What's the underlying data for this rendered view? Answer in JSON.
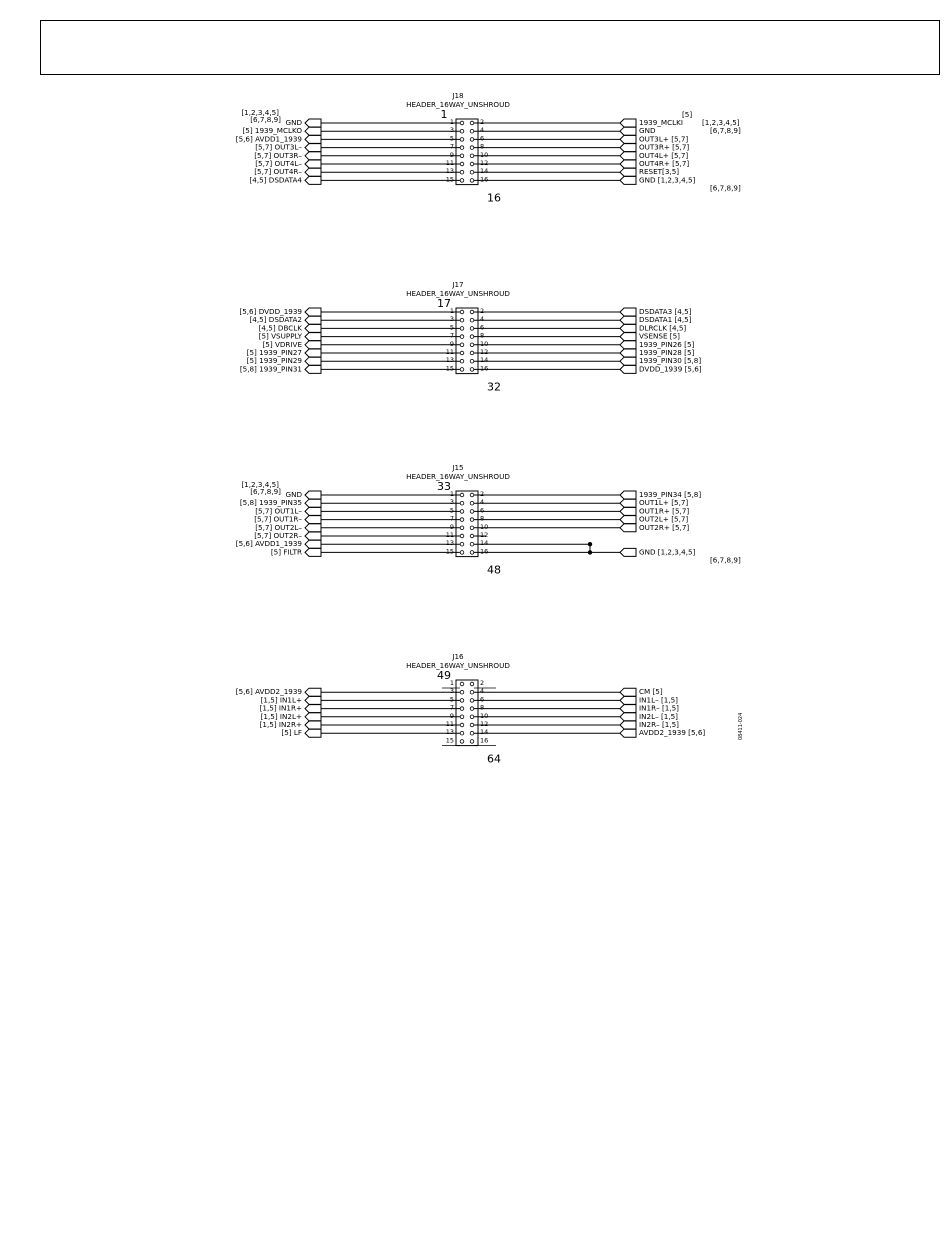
{
  "figure_id": "08411-024",
  "headers": [
    {
      "ref": "J18",
      "part": "HEADER_16WAY_UNSHROUD",
      "start_label": "1",
      "end_label": "16",
      "left_lines": [
        {
          "pin": 1,
          "text": "GND",
          "ref_before": "[1,2,3,4,5]",
          "ref_after": "[6,7,8,9]"
        },
        {
          "pin": 3,
          "text": "[5] 1939_MCLKO"
        },
        {
          "pin": 5,
          "text": "[5,6] AVDD1_1939"
        },
        {
          "pin": 7,
          "text": "[5,7] OUT3L–"
        },
        {
          "pin": 9,
          "text": "[5,7] OUT3R–"
        },
        {
          "pin": 11,
          "text": "[5,7] OUT4L–"
        },
        {
          "pin": 13,
          "text": "[5,7] OUT4R–"
        },
        {
          "pin": 15,
          "text": "[4,5] DSDATA4"
        }
      ],
      "right_lines": [
        {
          "pin": 2,
          "text": "1939_MCLKI",
          "ref_after": "[1,2,3,4,5]",
          "ref_above": "[5]",
          "ref_below": "[6,7,8,9]"
        },
        {
          "pin": 4,
          "text": "GND"
        },
        {
          "pin": 6,
          "text": "OUT3L+ [5,7]"
        },
        {
          "pin": 8,
          "text": "OUT3R+ [5,7]"
        },
        {
          "pin": 10,
          "text": "OUT4L+ [5,7]"
        },
        {
          "pin": 12,
          "text": "OUT4R+ [5,7]"
        },
        {
          "pin": 14,
          "text": "RESET[3,5]"
        },
        {
          "pin": 16,
          "text": "GND [1,2,3,4,5]",
          "ref_below": "[6,7,8,9]"
        }
      ]
    },
    {
      "ref": "J17",
      "part": "HEADER_16WAY_UNSHROUD",
      "start_label": "17",
      "end_label": "32",
      "left_lines": [
        {
          "pin": 1,
          "text": "[5,6] DVDD_1939"
        },
        {
          "pin": 3,
          "text": "[4,5] DSDATA2"
        },
        {
          "pin": 5,
          "text": "[4,5] DBCLK"
        },
        {
          "pin": 7,
          "text": "[5] VSUPPLY"
        },
        {
          "pin": 9,
          "text": "[5] VDRIVE"
        },
        {
          "pin": 11,
          "text": "[5] 1939_PIN27"
        },
        {
          "pin": 13,
          "text": "[5] 1939_PIN29"
        },
        {
          "pin": 15,
          "text": "[5,8] 1939_PIN31"
        }
      ],
      "right_lines": [
        {
          "pin": 2,
          "text": "DSDATA3 [4,5]"
        },
        {
          "pin": 4,
          "text": "DSDATA1 [4,5]"
        },
        {
          "pin": 6,
          "text": "DLRCLK [4,5]"
        },
        {
          "pin": 8,
          "text": "VSENSE [5]"
        },
        {
          "pin": 10,
          "text": "1939_PIN26 [5]"
        },
        {
          "pin": 12,
          "text": "1939_PIN28 [5]"
        },
        {
          "pin": 14,
          "text": "1939_PIN30 [5,8]"
        },
        {
          "pin": 16,
          "text": "DVDD_1939 [5,6]"
        }
      ]
    },
    {
      "ref": "J15",
      "part": "HEADER_16WAY_UNSHROUD",
      "start_label": "33",
      "end_label": "48",
      "left_lines": [
        {
          "pin": 1,
          "text": "GND",
          "ref_before": "[1,2,3,4,5]",
          "ref_after": "[6,7,8,9]"
        },
        {
          "pin": 3,
          "text": "[5,8] 1939_PIN35"
        },
        {
          "pin": 5,
          "text": "[5,7] OUT1L–"
        },
        {
          "pin": 7,
          "text": "[5,7] OUT1R–"
        },
        {
          "pin": 9,
          "text": "[5,7] OUT2L–"
        },
        {
          "pin": 11,
          "text": "[5,7] OUT2R–"
        },
        {
          "pin": 13,
          "text": "[5,6] AVDD1_1939"
        },
        {
          "pin": 15,
          "text": "[5] FILTR"
        }
      ],
      "right_lines": [
        {
          "pin": 2,
          "text": "1939_PIN34 [5,8]"
        },
        {
          "pin": 4,
          "text": "OUT1L+ [5,7]"
        },
        {
          "pin": 6,
          "text": "OUT1R+ [5,7]"
        },
        {
          "pin": 8,
          "text": "OUT2L+ [5,7]"
        },
        {
          "pin": 10,
          "text": "OUT2R+ [5,7]"
        },
        {
          "pin": 16,
          "text": "GND [1,2,3,4,5]",
          "ref_below": "[6,7,8,9]"
        }
      ]
    },
    {
      "ref": "J16",
      "part": "HEADER_16WAY_UNSHROUD",
      "start_label": "49",
      "end_label": "64",
      "left_lines": [
        {
          "pin": 3,
          "text": "[5,6] AVDD2_1939"
        },
        {
          "pin": 5,
          "text": "[1,5] IN1L+"
        },
        {
          "pin": 7,
          "text": "[1,5] IN1R+"
        },
        {
          "pin": 9,
          "text": "[1,5] IN2L+"
        },
        {
          "pin": 11,
          "text": "[1,5] IN2R+"
        },
        {
          "pin": 13,
          "text": "[5] LF"
        }
      ],
      "right_lines": [
        {
          "pin": 4,
          "text": "CM [5]"
        },
        {
          "pin": 6,
          "text": "IN1L– [1,5]"
        },
        {
          "pin": 8,
          "text": "IN1R– [1,5]"
        },
        {
          "pin": 10,
          "text": "IN2L– [1,5]"
        },
        {
          "pin": 12,
          "text": "IN2R– [1,5]"
        },
        {
          "pin": 14,
          "text": "AVDD2_1939 [5,6]"
        }
      ]
    }
  ]
}
